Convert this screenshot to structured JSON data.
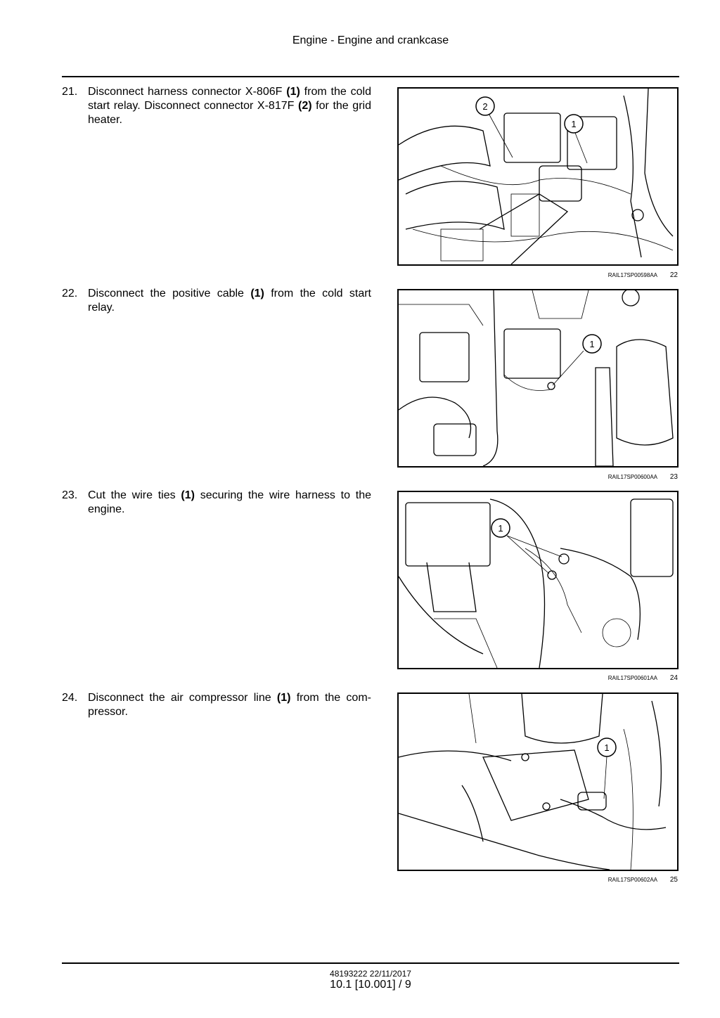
{
  "header": {
    "title": "Engine - Engine and crankcase"
  },
  "steps": [
    {
      "number": "21.",
      "parts": [
        {
          "t": "Disconnect harness connector X-806F ",
          "b": false
        },
        {
          "t": "(1)",
          "b": true
        },
        {
          "t": " from the cold start relay. Disconnect connector X-817F ",
          "b": false
        },
        {
          "t": "(2)",
          "b": true
        },
        {
          "t": " for the grid heater.",
          "b": false
        }
      ],
      "figure": {
        "code": "RAIL17SP00598AA",
        "number": "22",
        "callouts": [
          "2",
          "1"
        ]
      }
    },
    {
      "number": "22.",
      "parts": [
        {
          "t": "Disconnect the positive cable ",
          "b": false
        },
        {
          "t": "(1)",
          "b": true
        },
        {
          "t": " from the cold start relay.",
          "b": false
        }
      ],
      "figure": {
        "code": "RAIL17SP00600AA",
        "number": "23",
        "callouts": [
          "1"
        ]
      }
    },
    {
      "number": "23.",
      "parts": [
        {
          "t": "Cut the wire ties ",
          "b": false
        },
        {
          "t": "(1)",
          "b": true
        },
        {
          "t": " securing the wire harness to the engine.",
          "b": false
        }
      ],
      "figure": {
        "code": "RAIL17SP00601AA",
        "number": "24",
        "callouts": [
          "1"
        ]
      }
    },
    {
      "number": "24.",
      "parts": [
        {
          "t": "Disconnect the air compressor line ",
          "b": false
        },
        {
          "t": "(1)",
          "b": true
        },
        {
          "t": " from the com-pressor.",
          "b": false
        }
      ],
      "figure": {
        "code": "RAIL17SP00602AA",
        "number": "25",
        "callouts": [
          "1"
        ]
      }
    }
  ],
  "footer": {
    "code": "48193222 22/11/2017",
    "page": "10.1 [10.001] / 9"
  }
}
